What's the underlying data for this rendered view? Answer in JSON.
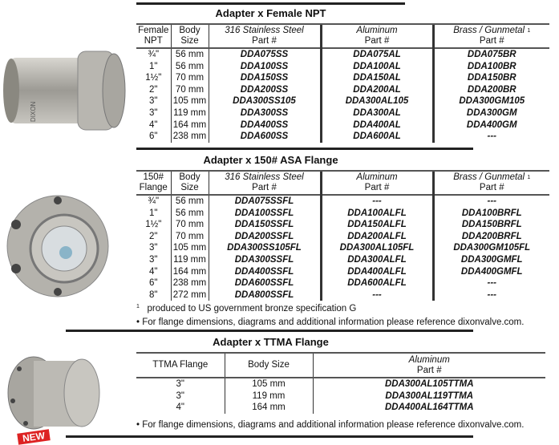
{
  "npt": {
    "title": "Adapter x Female NPT",
    "headers": {
      "c1a": "Female",
      "c1b": "NPT",
      "c2a": "Body",
      "c2b": "Size",
      "c3": "316 Stainless Steel",
      "c4": "Aluminum",
      "c5": "Brass / Gunmetal",
      "sup": "1",
      "part": "Part #"
    },
    "rows": [
      [
        "¾\"",
        "56 mm",
        "DDA075SS",
        "DDA075AL",
        "DDA075BR"
      ],
      [
        "1\"",
        "56 mm",
        "DDA100SS",
        "DDA100AL",
        "DDA100BR"
      ],
      [
        "1½\"",
        "70 mm",
        "DDA150SS",
        "DDA150AL",
        "DDA150BR"
      ],
      [
        "2\"",
        "70 mm",
        "DDA200SS",
        "DDA200AL",
        "DDA200BR"
      ],
      [
        "3\"",
        "105 mm",
        "DDA300SS105",
        "DDA300AL105",
        "DDA300GM105"
      ],
      [
        "3\"",
        "119 mm",
        "DDA300SS",
        "DDA300AL",
        "DDA300GM"
      ],
      [
        "4\"",
        "164 mm",
        "DDA400SS",
        "DDA400AL",
        "DDA400GM"
      ],
      [
        "6\"",
        "238 mm",
        "DDA600SS",
        "DDA600AL",
        "---"
      ]
    ]
  },
  "flange": {
    "title": "Adapter x 150# ASA  Flange",
    "headers": {
      "c1a": "150#",
      "c1b": "Flange",
      "c2a": "Body",
      "c2b": "Size",
      "c3": "316 Stainless Steel",
      "c4": "Aluminum",
      "c5": "Brass / Gunmetal",
      "sup": "1",
      "part": "Part #"
    },
    "rows": [
      [
        "¾\"",
        "56 mm",
        "DDA075SSFL",
        "---",
        "---"
      ],
      [
        "1\"",
        "56 mm",
        "DDA100SSFL",
        "DDA100ALFL",
        "DDA100BRFL"
      ],
      [
        "1½\"",
        "70 mm",
        "DDA150SSFL",
        "DDA150ALFL",
        "DDA150BRFL"
      ],
      [
        "2\"",
        "70 mm",
        "DDA200SSFL",
        "DDA200ALFL",
        "DDA200BRFL"
      ],
      [
        "3\"",
        "105 mm",
        "DDA300SS105FL",
        "DDA300AL105FL",
        "DDA300GM105FL"
      ],
      [
        "3\"",
        "119 mm",
        "DDA300SSFL",
        "DDA300ALFL",
        "DDA300GMFL"
      ],
      [
        "4\"",
        "164 mm",
        "DDA400SSFL",
        "DDA400ALFL",
        "DDA400GMFL"
      ],
      [
        "6\"",
        "238 mm",
        "DDA600SSFL",
        "DDA600ALFL",
        "---"
      ],
      [
        "8\"",
        "272 mm",
        "DDA800SSFL",
        "---",
        "---"
      ]
    ],
    "footnote_mark": "1",
    "footnote": "produced to US government bronze specification G",
    "note": "•  For flange dimensions, diagrams and additional information please reference dixonvalve.com."
  },
  "ttma": {
    "title": "Adapter x TTMA  Flange",
    "headers": {
      "c1": "TTMA Flange",
      "c2": "Body Size",
      "c3": "Aluminum",
      "part": "Part #"
    },
    "rows": [
      [
        "3\"",
        "105 mm",
        "DDA300AL105TTMA"
      ],
      [
        "3\"",
        "119 mm",
        "DDA300AL119TTMA"
      ],
      [
        "4\"",
        "164 mm",
        "DDA400AL164TTMA"
      ]
    ],
    "note": "•  For flange dimensions, diagrams and additional information please reference dixonvalve.com."
  },
  "badge": "NEW",
  "product_label": "DIXON"
}
